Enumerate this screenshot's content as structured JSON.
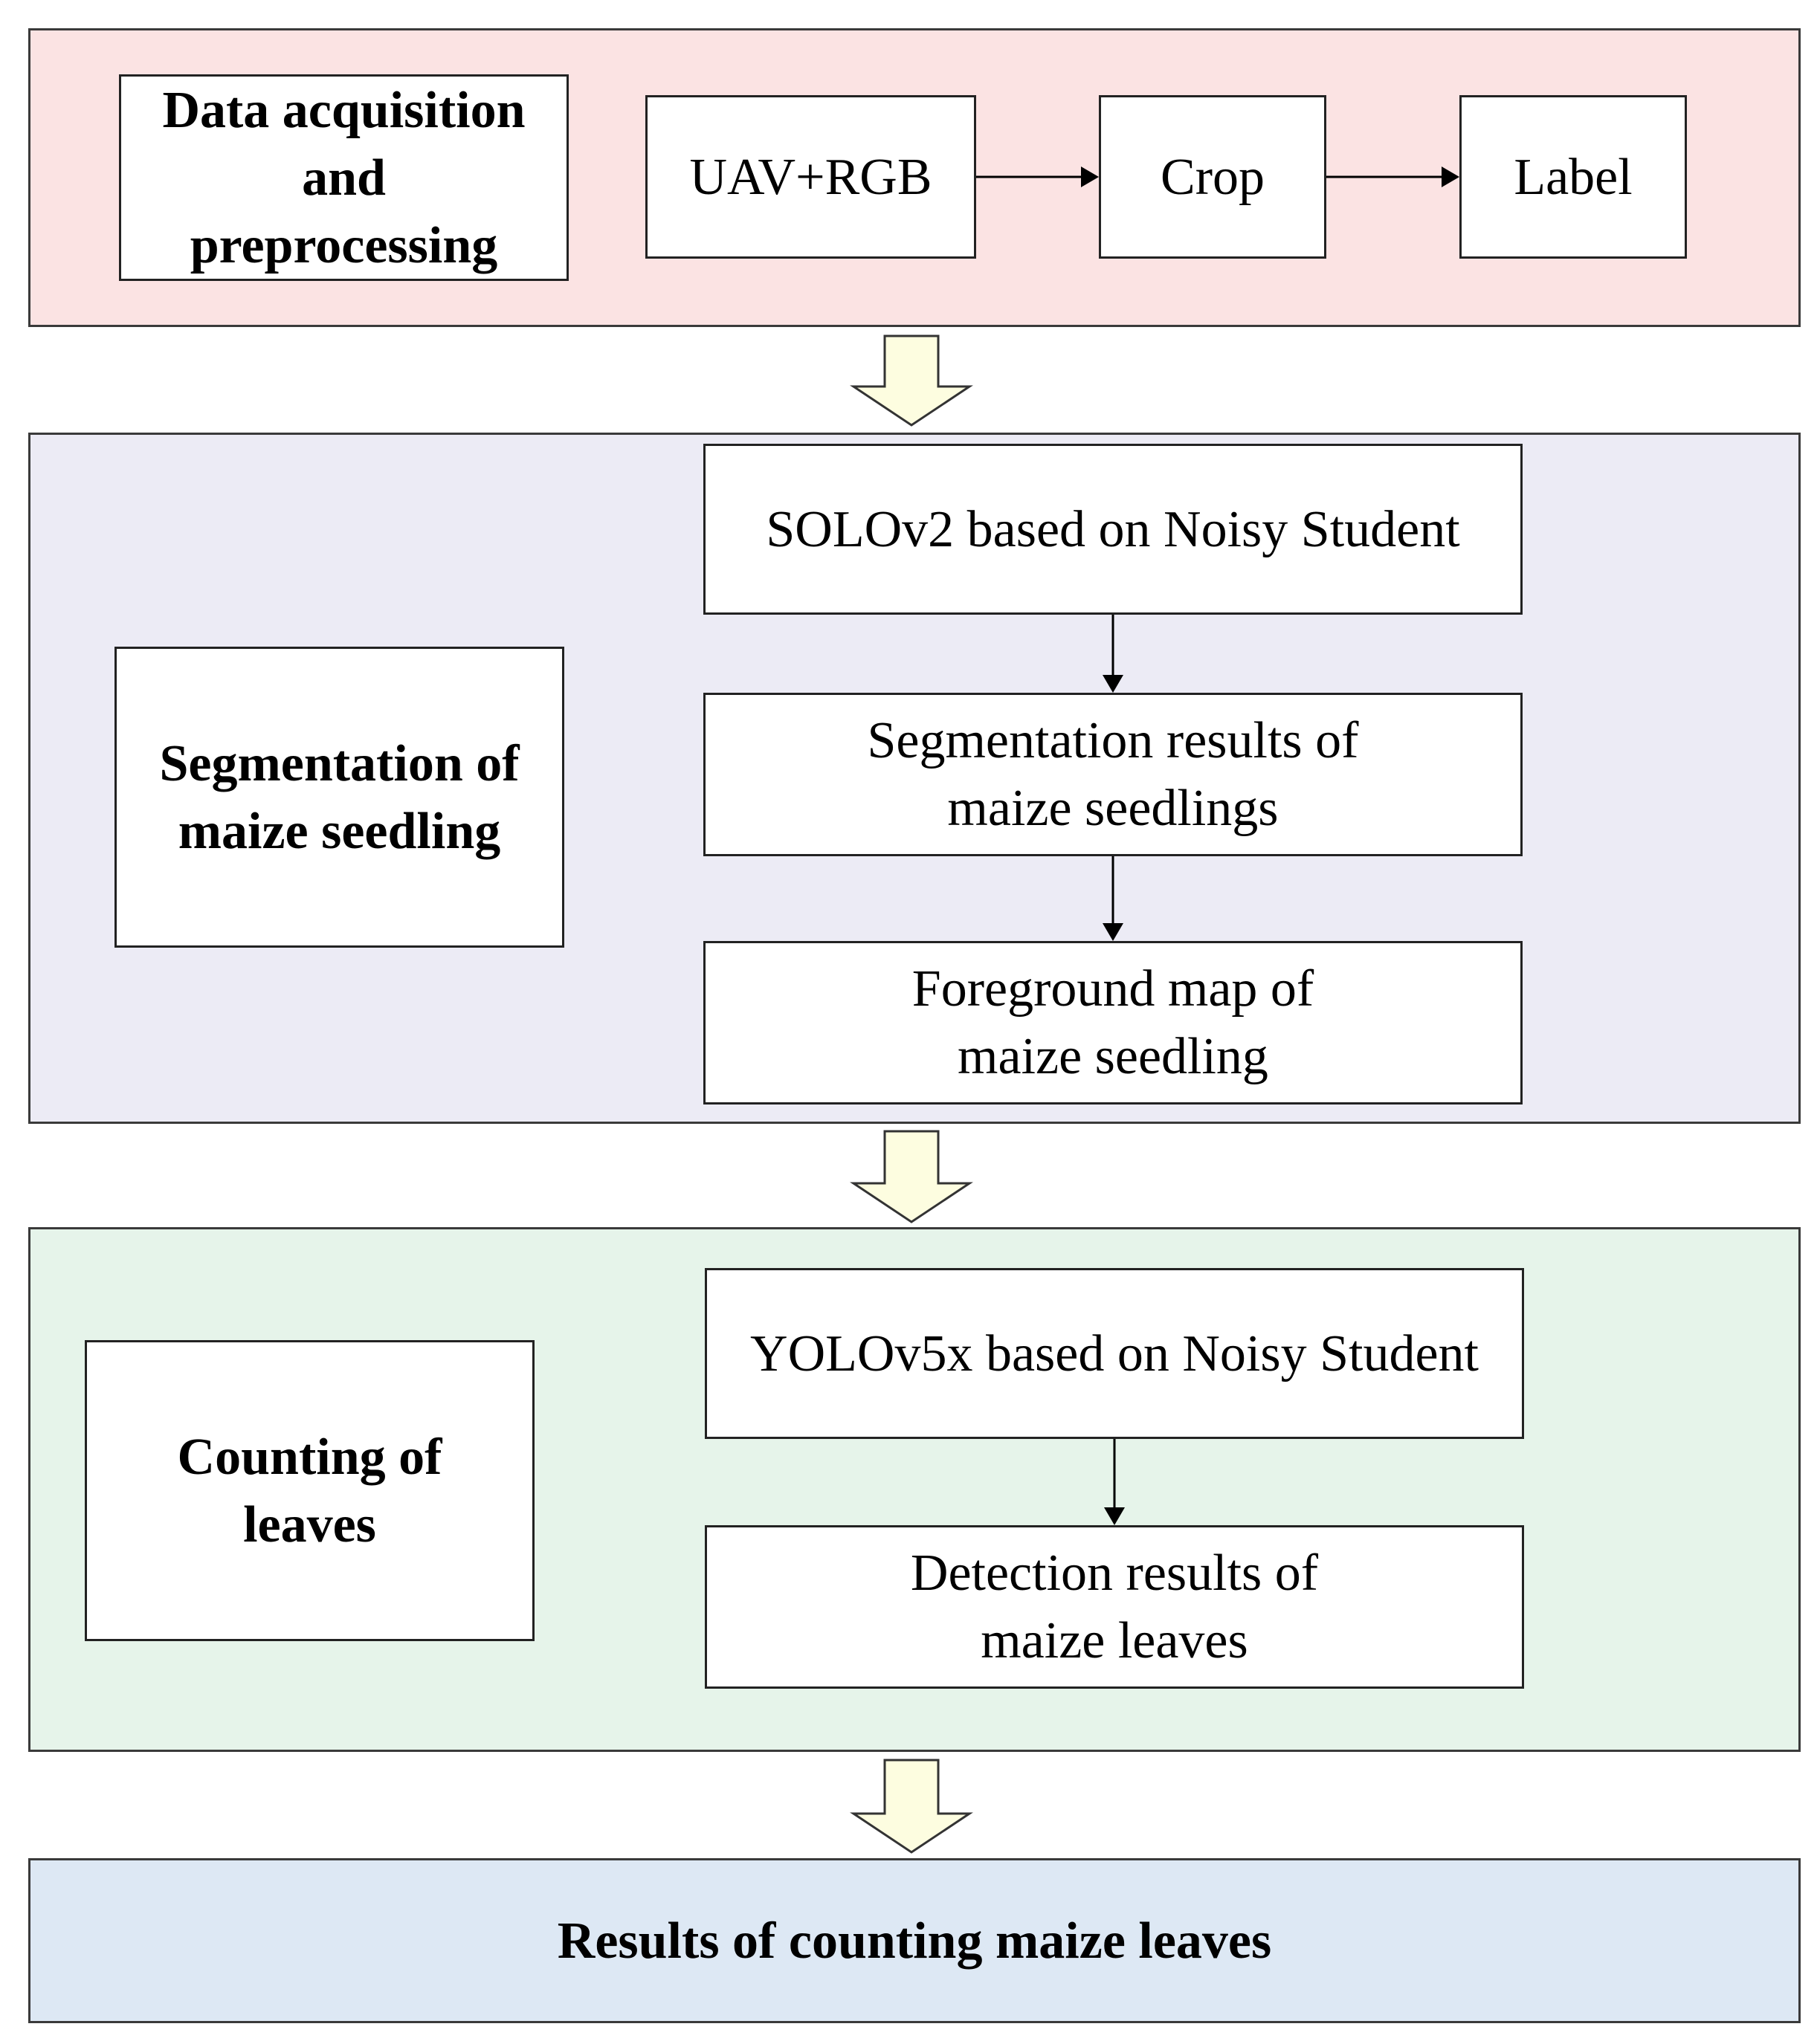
{
  "colors": {
    "stage1_bg": "#fbe3e3",
    "stage2_bg": "#ecebf5",
    "stage3_bg": "#e6f4ea",
    "result_bg": "#dde8f4",
    "big_arrow_fill": "#fdfde0"
  },
  "stage1": {
    "label": "Data acquisition\nand\npreprocessing",
    "steps": [
      "UAV+RGB",
      "Crop",
      "Label"
    ]
  },
  "stage2": {
    "label": "Segmentation of\nmaize seedling",
    "steps": [
      "SOLOv2 based on Noisy Student",
      "Segmentation results of\nmaize seedlings",
      "Foreground map of\nmaize seedling"
    ]
  },
  "stage3": {
    "label": "Counting of\nleaves",
    "steps": [
      "YOLOv5x based on Noisy Student",
      "Detection results of\nmaize leaves"
    ]
  },
  "result": {
    "label": "Results of counting maize leaves"
  }
}
